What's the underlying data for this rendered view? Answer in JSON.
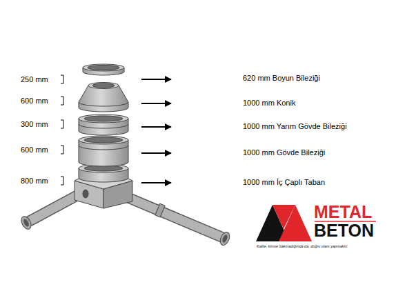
{
  "diagram": {
    "labels": [
      "250 mm",
      "620 mm Boyun Bileziği",
      "600 mm",
      "1000 mm Konik",
      "300 mm",
      "1000 mm Yarım Gövde Bileziği",
      "600 mm",
      "1000 mm Gövde Bileziği",
      "800 mm",
      "1000 mm İç Çaplı Taban",
      "METAL",
      "BETON",
      "Kalite, kimse bakmadığında da, doğru olanı yapmaktır."
    ]
  }
}
